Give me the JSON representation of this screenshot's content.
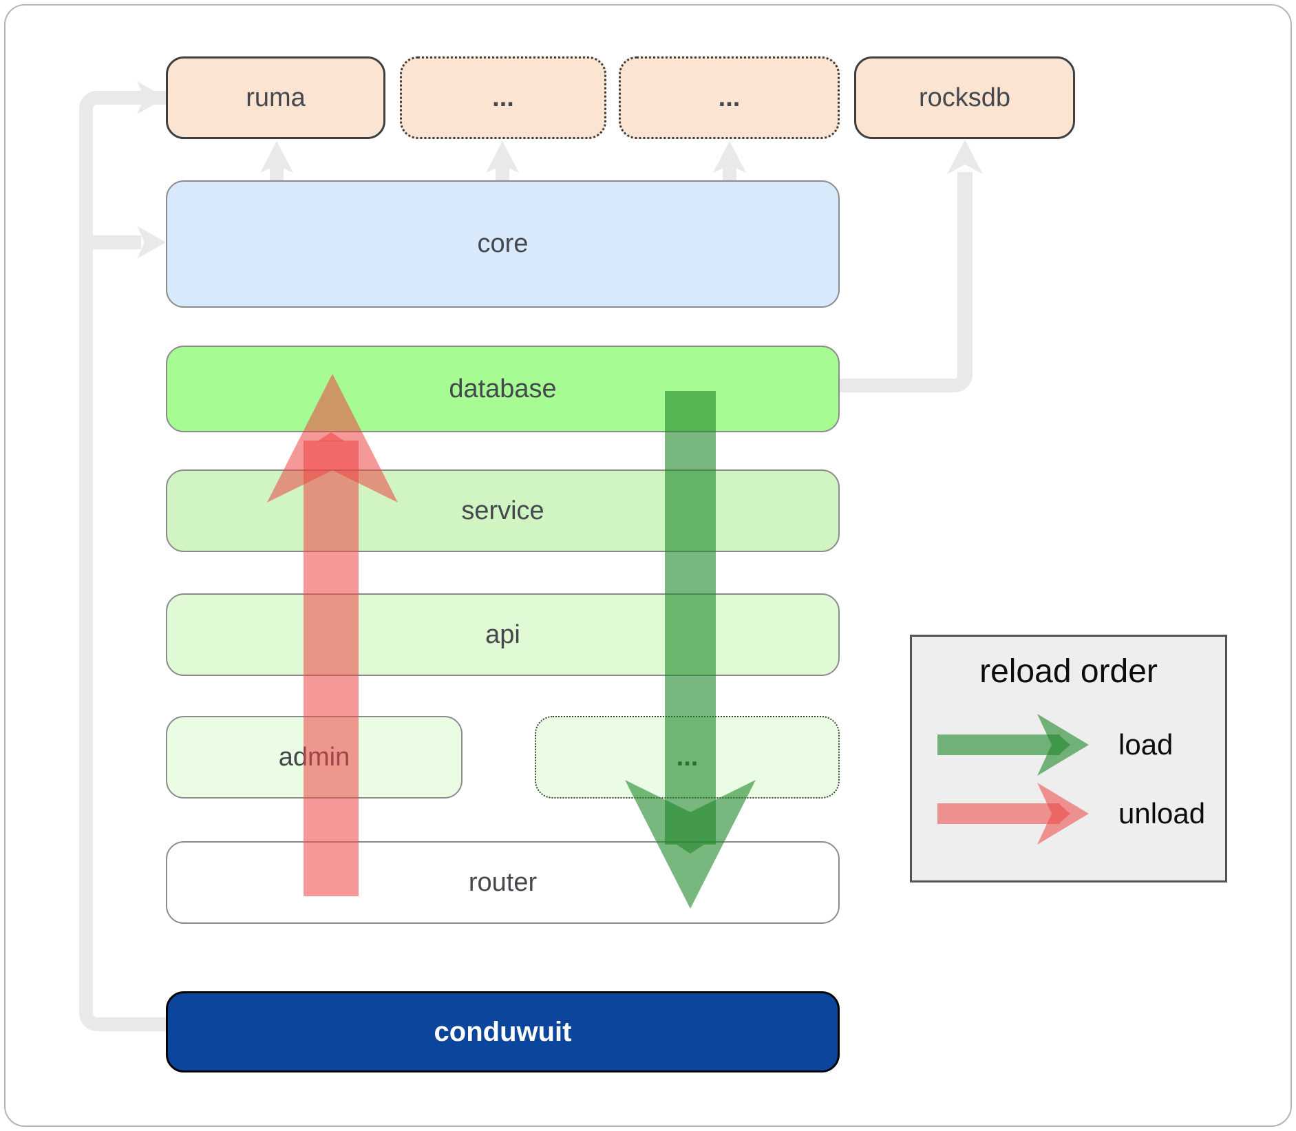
{
  "nodes": {
    "ruma": {
      "label": "ruma"
    },
    "ellipsis1": {
      "label": "..."
    },
    "ellipsis2": {
      "label": "..."
    },
    "rocksdb": {
      "label": "rocksdb"
    },
    "core": {
      "label": "core"
    },
    "database": {
      "label": "database"
    },
    "service": {
      "label": "service"
    },
    "api": {
      "label": "api"
    },
    "admin": {
      "label": "admin"
    },
    "ellipsis3": {
      "label": "..."
    },
    "router": {
      "label": "router"
    },
    "conduwuit": {
      "label": "conduwuit"
    }
  },
  "legend": {
    "title": "reload order",
    "items": [
      {
        "id": "load",
        "label": "load",
        "color": "#1e8728"
      },
      {
        "id": "unload",
        "label": "unload",
        "color": "#ec4444"
      }
    ]
  },
  "palette": {
    "peach_fill": "#fce4d3",
    "blue_fill": "#d7e9fb",
    "green_bright": "#a7fb93",
    "green_mid": "#d0f5c3",
    "green_light": "#e0fad5",
    "green_faint": "#ebfce5",
    "router_fill": "#ffffff",
    "conduwuit_fill": "#0c459c",
    "connector": "#e9e9e9",
    "load_arrow": "#1e8728",
    "unload_arrow": "#ec4444",
    "label_color": "#44484c",
    "legend_bg": "#eeeeee"
  }
}
